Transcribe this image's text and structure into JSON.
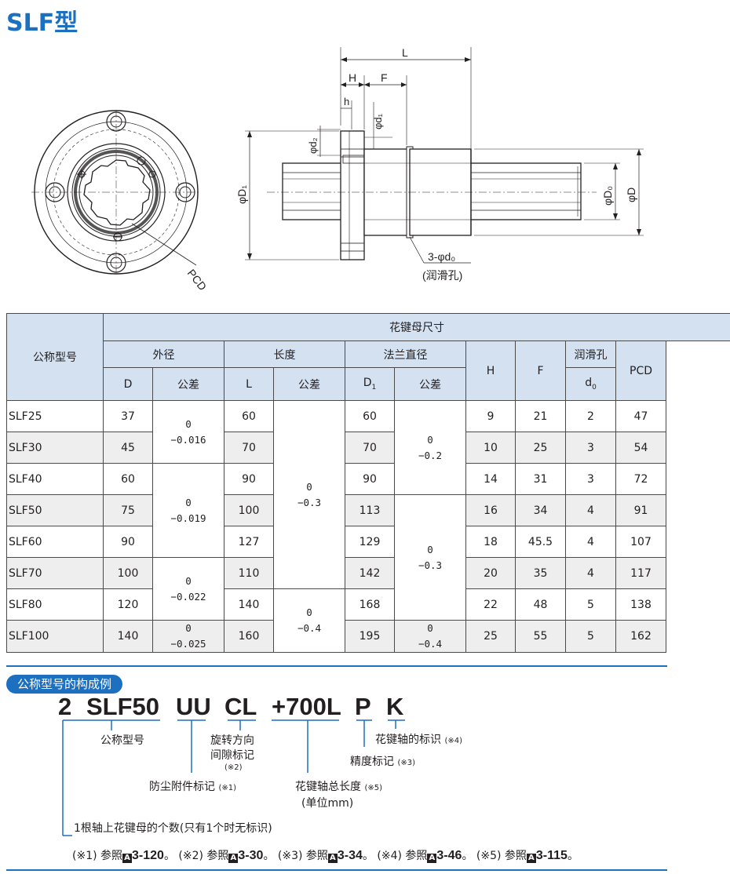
{
  "title": "SLF型",
  "drawing": {
    "dims": {
      "L": "L",
      "H": "H",
      "F": "F",
      "h": "h",
      "d1": "φd₁",
      "d2": "φd₂",
      "D1": "φD₁",
      "D0": "φD₀",
      "D": "φD",
      "lube_hole": "3-φd₀",
      "lube_hole_note": "(润滑孔)",
      "PCD": "PCD"
    }
  },
  "table": {
    "header_model": "公称型号",
    "header_group": "花键母尺寸",
    "header_od": "外径",
    "header_length": "长度",
    "header_flange": "法兰直径",
    "header_lube": "润滑孔",
    "col_D": "D",
    "col_tol": "公差",
    "col_L": "L",
    "col_D1_main": "D",
    "col_D1_sub": "1",
    "col_H": "H",
    "col_F": "F",
    "col_d0_main": "d",
    "col_d0_sub": "0",
    "col_PCD": "PCD",
    "rows": [
      {
        "model": "SLF25",
        "D": "37",
        "L": "60",
        "D1": "60",
        "H": "9",
        "F": "21",
        "d0": "2",
        "PCD": "47"
      },
      {
        "model": "SLF30",
        "D": "45",
        "L": "70",
        "D1": "70",
        "H": "10",
        "F": "25",
        "d0": "3",
        "PCD": "54"
      },
      {
        "model": "SLF40",
        "D": "60",
        "L": "90",
        "D1": "90",
        "H": "14",
        "F": "31",
        "d0": "3",
        "PCD": "72"
      },
      {
        "model": "SLF50",
        "D": "75",
        "L": "100",
        "D1": "113",
        "H": "16",
        "F": "34",
        "d0": "4",
        "PCD": "91"
      },
      {
        "model": "SLF60",
        "D": "90",
        "L": "127",
        "D1": "129",
        "H": "18",
        "F": "45.5",
        "d0": "4",
        "PCD": "107"
      },
      {
        "model": "SLF70",
        "D": "100",
        "L": "110",
        "D1": "142",
        "H": "20",
        "F": "35",
        "d0": "4",
        "PCD": "117"
      },
      {
        "model": "SLF80",
        "D": "120",
        "L": "140",
        "D1": "168",
        "H": "22",
        "F": "48",
        "d0": "5",
        "PCD": "138"
      },
      {
        "model": "SLF100",
        "D": "140",
        "L": "160",
        "D1": "195",
        "H": "25",
        "F": "55",
        "d0": "5",
        "PCD": "162"
      }
    ],
    "tol_D": [
      {
        "upper": "0",
        "lower": "−0.016"
      },
      {
        "upper": "0",
        "lower": "−0.019"
      },
      {
        "upper": "0",
        "lower": "−0.022"
      },
      {
        "upper": "0",
        "lower": "−0.025"
      }
    ],
    "tol_L": [
      {
        "upper": "0",
        "lower": "−0.3"
      },
      {
        "upper": "0",
        "lower": "−0.4"
      }
    ],
    "tol_D1": [
      {
        "upper": "0",
        "lower": "−0.2"
      },
      {
        "upper": "0",
        "lower": "−0.3"
      },
      {
        "upper": "0",
        "lower": "−0.4"
      }
    ]
  },
  "composition": {
    "badge": "公称型号的构成例",
    "codes": {
      "qty": "2",
      "model": "SLF50",
      "seal": "UU",
      "clearance": "CL",
      "length": "+700L",
      "accuracy": "P",
      "mark": "K"
    },
    "labels": {
      "model": "公称型号",
      "clearance_1": "旋转方向",
      "clearance_2": "间隙标记",
      "clearance_note": "(※2)",
      "mark": "花键轴的标识",
      "mark_note": "(※4)",
      "accuracy": "精度标记",
      "accuracy_note": "(※3)",
      "seal": "防尘附件标记",
      "seal_note": "(※1)",
      "length_1": "花键轴总长度",
      "length_note": "(※5)",
      "length_2": "(单位mm)",
      "qty": "1根轴上花键母的个数(只有1个时无标识)"
    },
    "footnotes": [
      {
        "prefix": "(※1) 参照",
        "ref": "3-120",
        "end": "。"
      },
      {
        "prefix": "(※2) 参照",
        "ref": "3-30",
        "end": "。"
      },
      {
        "prefix": "(※3) 参照",
        "ref": "3-34",
        "end": "。"
      },
      {
        "prefix": "(※4) 参照",
        "ref": "3-46",
        "end": "。"
      },
      {
        "prefix": "(※5) 参照",
        "ref": "3-115",
        "end": "。"
      }
    ],
    "footnote_icon": "A"
  },
  "colors": {
    "accent": "#1d6fbf",
    "header_bg": "#d3e1f0",
    "row_shade": "#eeeeee",
    "text": "#231f20"
  }
}
